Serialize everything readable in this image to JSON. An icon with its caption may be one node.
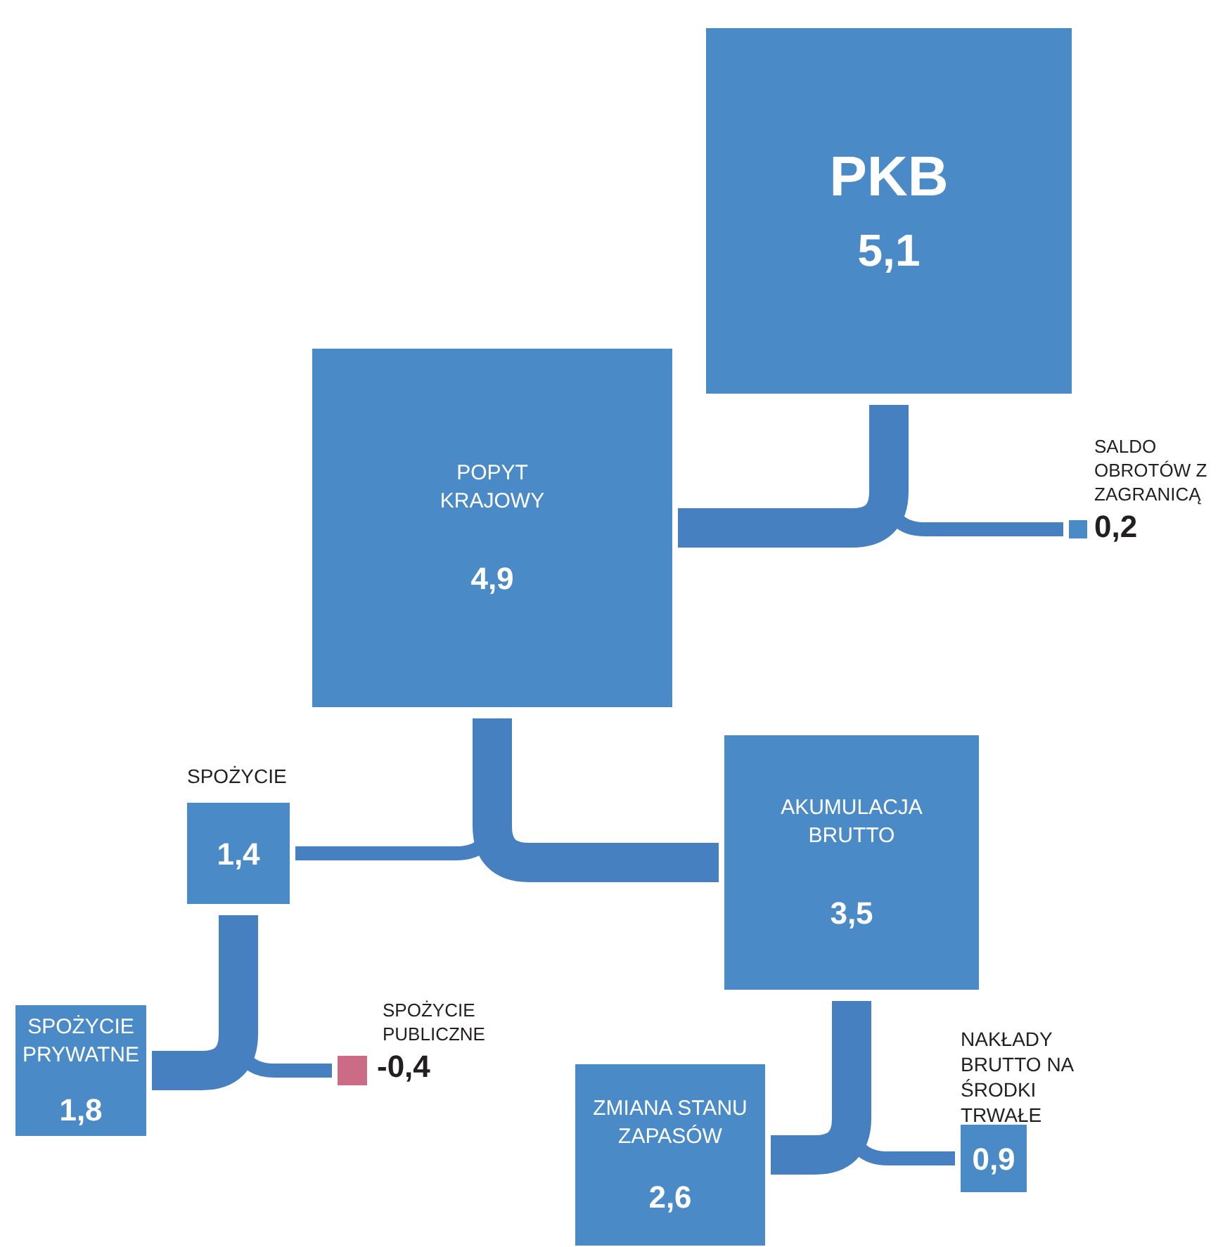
{
  "diagram": {
    "nodes": [
      {
        "text": [
          "PKB",
          "5,1"
        ]
      },
      {
        "text": [
          "POPYT KRAJOWY",
          "4,9"
        ]
      },
      {
        "text": [],
        "shape": "box",
        "beside": [
          "SALDO OBROTÓW Z ZAGRANICĄ",
          "0,2"
        ]
      },
      {
        "text": [
          "SPOŻYCIE",
          "1,4"
        ]
      },
      {
        "text": [
          "AKUMULACJA BRUTTO",
          "3,5"
        ]
      },
      {
        "text": [
          "SPOŻYCIE PRYWATNE",
          "1,8"
        ]
      },
      {
        "text": [],
        "shape": "box",
        "beside": [
          "SPOŻYCIE PUBLICZNE",
          "-0,4"
        ]
      },
      {
        "text": [
          "ZMIANA STANU ZAPASÓW",
          "2,6"
        ]
      },
      {
        "text": [
          "NAKŁADY BRUTTO NA ŚRODKI TRWAŁE",
          "0,9"
        ]
      }
    ],
    "edges": [
      {
        "from": 0,
        "to": 1,
        "arrow": "none",
        "style": "thick"
      },
      {
        "from": 0,
        "to": 2,
        "arrow": "none"
      },
      {
        "from": 1,
        "to": 3,
        "arrow": "none"
      },
      {
        "from": 1,
        "to": 4,
        "arrow": "none",
        "style": "thick"
      },
      {
        "from": 3,
        "to": 5,
        "arrow": "none",
        "style": "thick"
      },
      {
        "from": 3,
        "to": 6,
        "arrow": "none"
      },
      {
        "from": 4,
        "to": 7,
        "arrow": "none",
        "style": "thick"
      },
      {
        "from": 4,
        "to": 8,
        "arrow": "none"
      }
    ]
  }
}
